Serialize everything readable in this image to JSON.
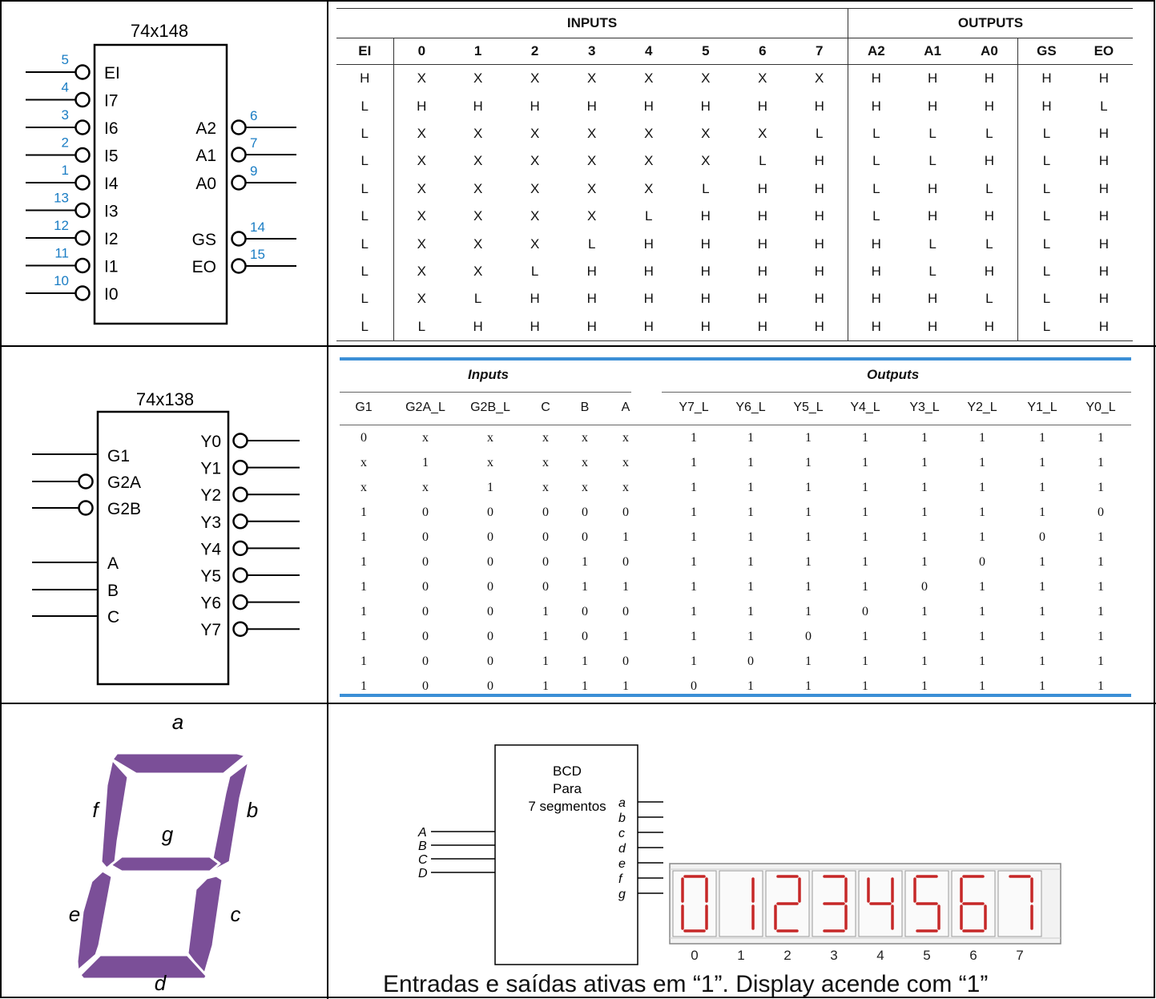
{
  "chip148": {
    "title": "74x148",
    "left_pins": [
      {
        "num": "5",
        "label": "EI"
      },
      {
        "num": "4",
        "label": "I7"
      },
      {
        "num": "3",
        "label": "I6"
      },
      {
        "num": "2",
        "label": "I5"
      },
      {
        "num": "1",
        "label": "I4"
      },
      {
        "num": "13",
        "label": "I3"
      },
      {
        "num": "12",
        "label": "I2"
      },
      {
        "num": "11",
        "label": "I1"
      },
      {
        "num": "10",
        "label": "I0"
      }
    ],
    "right_pins": [
      {
        "num": "6",
        "label": "A2"
      },
      {
        "num": "7",
        "label": "A1"
      },
      {
        "num": "9",
        "label": "A0"
      },
      {
        "num": "14",
        "label": "GS"
      },
      {
        "num": "15",
        "label": "EO"
      }
    ]
  },
  "table148": {
    "inputs_label": "INPUTS",
    "outputs_label": "OUTPUTS",
    "columns": [
      "EI",
      "0",
      "1",
      "2",
      "3",
      "4",
      "5",
      "6",
      "7",
      "A2",
      "A1",
      "A0",
      "GS",
      "EO"
    ],
    "rows": [
      [
        "H",
        "X",
        "X",
        "X",
        "X",
        "X",
        "X",
        "X",
        "X",
        "H",
        "H",
        "H",
        "H",
        "H"
      ],
      [
        "L",
        "H",
        "H",
        "H",
        "H",
        "H",
        "H",
        "H",
        "H",
        "H",
        "H",
        "H",
        "H",
        "L"
      ],
      [
        "L",
        "X",
        "X",
        "X",
        "X",
        "X",
        "X",
        "X",
        "L",
        "L",
        "L",
        "L",
        "L",
        "H"
      ],
      [
        "L",
        "X",
        "X",
        "X",
        "X",
        "X",
        "X",
        "L",
        "H",
        "L",
        "L",
        "H",
        "L",
        "H"
      ],
      [
        "L",
        "X",
        "X",
        "X",
        "X",
        "X",
        "L",
        "H",
        "H",
        "L",
        "H",
        "L",
        "L",
        "H"
      ],
      [
        "L",
        "X",
        "X",
        "X",
        "X",
        "L",
        "H",
        "H",
        "H",
        "L",
        "H",
        "H",
        "L",
        "H"
      ],
      [
        "L",
        "X",
        "X",
        "X",
        "L",
        "H",
        "H",
        "H",
        "H",
        "H",
        "L",
        "L",
        "L",
        "H"
      ],
      [
        "L",
        "X",
        "X",
        "L",
        "H",
        "H",
        "H",
        "H",
        "H",
        "H",
        "L",
        "H",
        "L",
        "H"
      ],
      [
        "L",
        "X",
        "L",
        "H",
        "H",
        "H",
        "H",
        "H",
        "H",
        "H",
        "H",
        "L",
        "L",
        "H"
      ],
      [
        "L",
        "L",
        "H",
        "H",
        "H",
        "H",
        "H",
        "H",
        "H",
        "H",
        "H",
        "H",
        "L",
        "H"
      ]
    ]
  },
  "chip138": {
    "title": "74x138",
    "left_pins": [
      "G1",
      "G2A",
      "G2B",
      "A",
      "B",
      "C"
    ],
    "right_pins": [
      "Y0",
      "Y1",
      "Y2",
      "Y3",
      "Y4",
      "Y5",
      "Y6",
      "Y7"
    ]
  },
  "table138": {
    "inputs_label": "Inputs",
    "outputs_label": "Outputs",
    "columns": [
      "G1",
      "G2A_L",
      "G2B_L",
      "C",
      "B",
      "A",
      "Y7_L",
      "Y6_L",
      "Y5_L",
      "Y4_L",
      "Y3_L",
      "Y2_L",
      "Y1_L",
      "Y0_L"
    ],
    "rows": [
      [
        "0",
        "x",
        "x",
        "x",
        "x",
        "x",
        "1",
        "1",
        "1",
        "1",
        "1",
        "1",
        "1",
        "1"
      ],
      [
        "x",
        "1",
        "x",
        "x",
        "x",
        "x",
        "1",
        "1",
        "1",
        "1",
        "1",
        "1",
        "1",
        "1"
      ],
      [
        "x",
        "x",
        "1",
        "x",
        "x",
        "x",
        "1",
        "1",
        "1",
        "1",
        "1",
        "1",
        "1",
        "1"
      ],
      [
        "1",
        "0",
        "0",
        "0",
        "0",
        "0",
        "1",
        "1",
        "1",
        "1",
        "1",
        "1",
        "1",
        "0"
      ],
      [
        "1",
        "0",
        "0",
        "0",
        "0",
        "1",
        "1",
        "1",
        "1",
        "1",
        "1",
        "1",
        "0",
        "1"
      ],
      [
        "1",
        "0",
        "0",
        "0",
        "1",
        "0",
        "1",
        "1",
        "1",
        "1",
        "1",
        "0",
        "1",
        "1"
      ],
      [
        "1",
        "0",
        "0",
        "0",
        "1",
        "1",
        "1",
        "1",
        "1",
        "1",
        "0",
        "1",
        "1",
        "1"
      ],
      [
        "1",
        "0",
        "0",
        "1",
        "0",
        "0",
        "1",
        "1",
        "1",
        "0",
        "1",
        "1",
        "1",
        "1"
      ],
      [
        "1",
        "0",
        "0",
        "1",
        "0",
        "1",
        "1",
        "1",
        "0",
        "1",
        "1",
        "1",
        "1",
        "1"
      ],
      [
        "1",
        "0",
        "0",
        "1",
        "1",
        "0",
        "1",
        "0",
        "1",
        "1",
        "1",
        "1",
        "1",
        "1"
      ],
      [
        "1",
        "0",
        "0",
        "1",
        "1",
        "1",
        "0",
        "1",
        "1",
        "1",
        "1",
        "1",
        "1",
        "1"
      ]
    ]
  },
  "segment_display": {
    "labels": {
      "a": "a",
      "b": "b",
      "c": "c",
      "d": "d",
      "e": "e",
      "f": "f",
      "g": "g"
    },
    "color": "#7b4f98"
  },
  "bcd_decoder": {
    "title_lines": [
      "BCD",
      "Para",
      "7 segmentos"
    ],
    "inputs": [
      "A",
      "B",
      "C",
      "D"
    ],
    "outputs": [
      "a",
      "b",
      "c",
      "d",
      "e",
      "f",
      "g"
    ],
    "digits": [
      "0",
      "1",
      "2",
      "3",
      "4",
      "5",
      "6",
      "7"
    ],
    "digit_color": "#c62828",
    "caption": "Entradas e saídas ativas em “1”. Display acende com “1”"
  },
  "colors": {
    "rule_blue": "#3b8fd6",
    "pin_number_blue": "#1a7dc4"
  }
}
